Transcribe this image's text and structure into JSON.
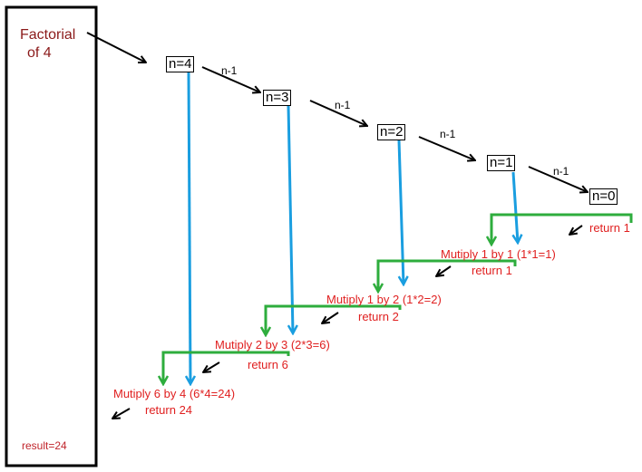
{
  "title_line1": "Factorial",
  "title_line2": "of 4",
  "result": "result=24",
  "edge_label": "n-1",
  "nodes": [
    "n=4",
    "n=3",
    "n=2",
    "n=1",
    "n=0"
  ],
  "steps": [
    {
      "multiply": "Mutiply 1 by 1 (1*1=1)",
      "return": "return 1"
    },
    {
      "multiply": "Mutiply 1 by 2 (1*2=2)",
      "return": "return 2"
    },
    {
      "multiply": "Mutiply 2 by 3 (2*3=6)",
      "return": "return 6"
    },
    {
      "multiply": "Mutiply 6 by 4 (6*4=24)",
      "return": "return 24"
    }
  ],
  "base_return": "return 1",
  "colors": {
    "call_arrow": "#000000",
    "value_arrow": "#1a9ee0",
    "combine_arrow": "#2ead3d",
    "text_red": "#e02020",
    "title_text": "#8b1a1a"
  }
}
